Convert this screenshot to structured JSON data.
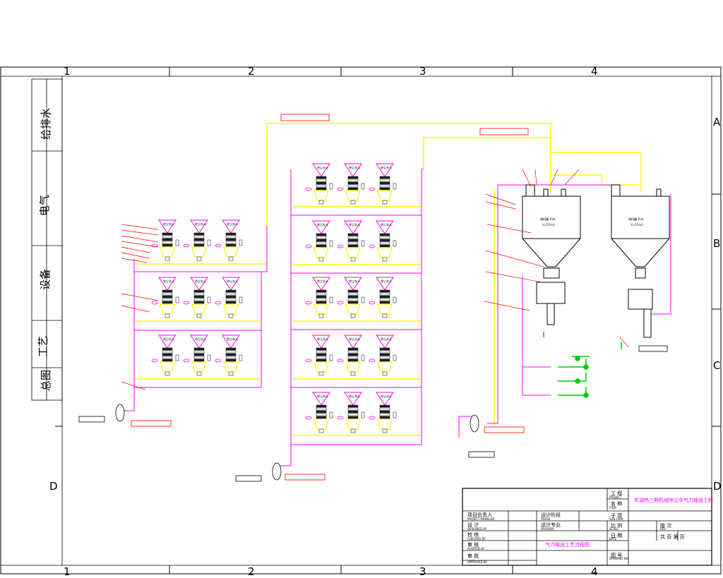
{
  "border_zones": {
    "columns": [
      "1",
      "2",
      "3",
      "4"
    ],
    "rows": [
      "A",
      "B",
      "C",
      "D"
    ]
  },
  "side_strip": {
    "labels": [
      "给排水",
      "电气",
      "设备",
      "工艺",
      "总图"
    ]
  },
  "colors": {
    "conveying_line": "#ff00ff",
    "air_line": "#ffff00",
    "leader": "#ff0000",
    "tag_box": "#ff0000",
    "item_number": "#ffcc00",
    "valve_green": "#00cc00",
    "frame": "#000000"
  },
  "silos": [
    {
      "tag": "储料罐 #4a",
      "volume": "V=51m3"
    },
    {
      "tag": "储料罐 #4a",
      "volume": "V=51m3"
    }
  ],
  "hopper_label": "除尘灰斗",
  "title_block": {
    "project_label": "工 程",
    "project_sub": "PROJECT",
    "project_value": "东湖热三期机组除尘灰气力输送工程",
    "item_label": "名 称",
    "item_sub": "ITEM",
    "subitem_label": "子 项",
    "subitem_sub": "SUB-ITEM",
    "scale_label": "比 例",
    "scale_sub": "SCALE",
    "date_label": "日 期",
    "date_sub": "DATE",
    "drawing_no_label": "图 号",
    "drawing_no_sub": "DRAWING NO",
    "version_label": "版 次",
    "version_sub": "REV",
    "sheet_text": "共 页 第 页",
    "drawing_title": "气力输送工艺流程图",
    "rows": [
      {
        "label": "项目负责人",
        "sub": "PROJECT MANAGER"
      },
      {
        "label": "设 计",
        "sub": "DESIGNED BY"
      },
      {
        "label": "校 核",
        "sub": "CHECKED BY"
      },
      {
        "label": "审 核",
        "sub": "AUDITED BY"
      },
      {
        "label": "审 批",
        "sub": "APPROVED BY"
      }
    ],
    "design_stage_label": "设计阶段",
    "design_stage_sub": "PHASE",
    "design_no_label": "设计专业",
    "design_no_sub": "DIVISION"
  }
}
